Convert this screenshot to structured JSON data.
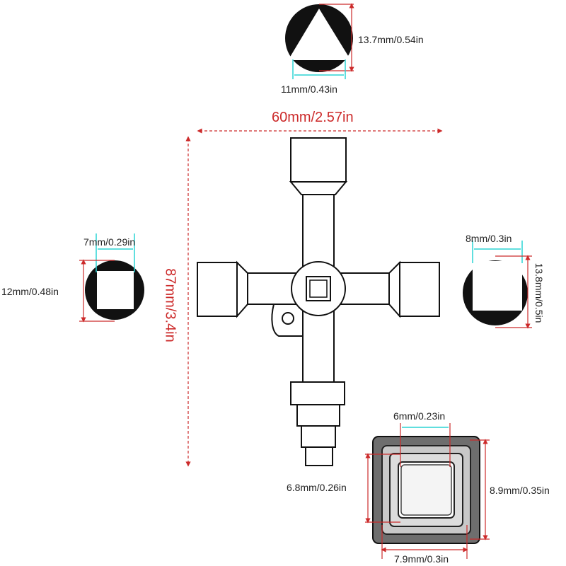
{
  "dimensions": {
    "top_tip_width": "11mm/0.43in",
    "top_tip_height": "13.7mm/0.54in",
    "overall_width": "60mm/2.57in",
    "overall_height": "87mm/3.4in",
    "left_tip_width": "7mm/0.29in",
    "left_tip_height": "12mm/0.48in",
    "right_tip_width": "8mm/0.3in",
    "right_tip_height": "13.8mm/0.5in",
    "square_inner_width": "6mm/0.23in",
    "square_inner_height": "6.8mm/0.26in",
    "square_outer_height": "8.9mm/0.35in",
    "square_outer_width": "7.9mm/0.3in"
  },
  "colors": {
    "dimension_red": "#cc2a2a",
    "dimension_cyan": "#2bd4d4",
    "outline": "#111111"
  },
  "icons": [
    "triangle-socket-icon",
    "square-socket-icon",
    "cross-key-icon",
    "stepped-square-icon"
  ]
}
